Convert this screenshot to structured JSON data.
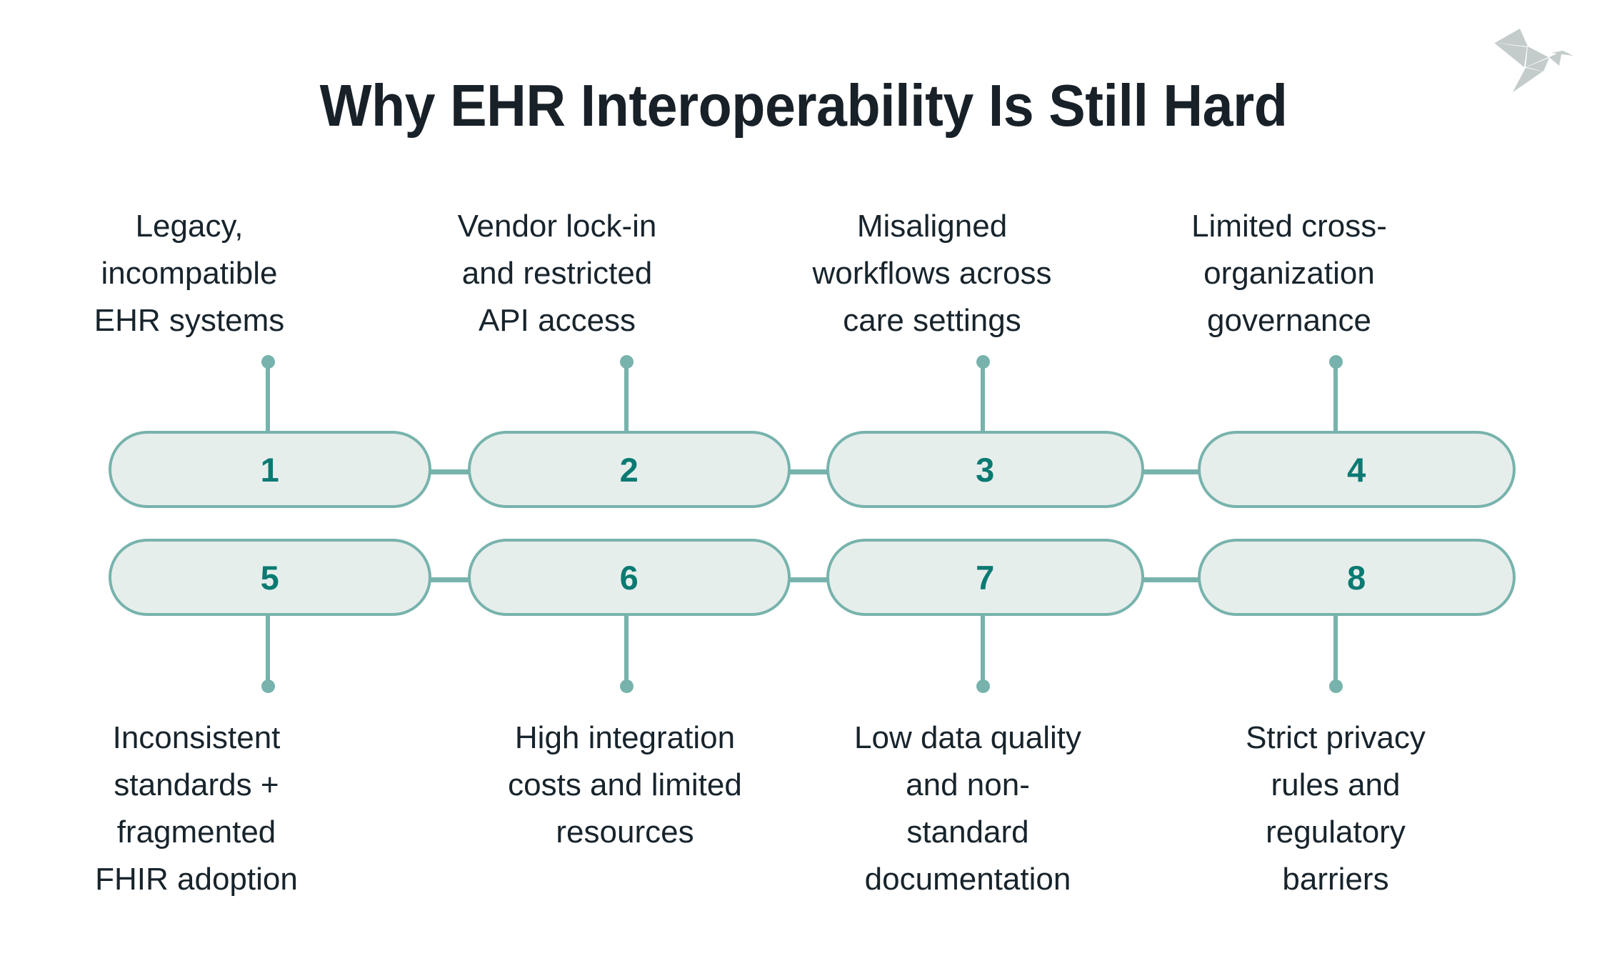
{
  "page": {
    "title": "Why EHR Interoperability Is Still Hard",
    "background_color": "#ffffff",
    "title_color": "#182028"
  },
  "logo": {
    "name": "origami-bird-logo",
    "color": "#c3cbcb"
  },
  "palette": {
    "pill_fill": "#e6eeec",
    "pill_border": "#77b3ac",
    "number_color": "#0a7a72",
    "connector_color": "#77b3ac",
    "label_color": "#18242c"
  },
  "diagram": {
    "type": "two-row-numbered-pill-chain",
    "rows": 2,
    "columns": 4,
    "top_row": [
      {
        "number": "1",
        "label": "Legacy,\nincompatible\nEHR systems"
      },
      {
        "number": "2",
        "label": "Vendor lock-in\nand restricted\nAPI access"
      },
      {
        "number": "3",
        "label": "Misaligned\nworkflows across\ncare settings"
      },
      {
        "number": "4",
        "label": "Limited cross-\norganization\ngovernance"
      }
    ],
    "bottom_row": [
      {
        "number": "5",
        "label": "Inconsistent\nstandards +\nfragmented\nFHIR adoption"
      },
      {
        "number": "6",
        "label": "High integration\ncosts and limited\nresources"
      },
      {
        "number": "7",
        "label": "Low data quality\nand non-\nstandard\ndocumentation"
      },
      {
        "number": "8",
        "label": "Strict privacy\nrules and\nregulatory\nbarriers"
      }
    ]
  }
}
